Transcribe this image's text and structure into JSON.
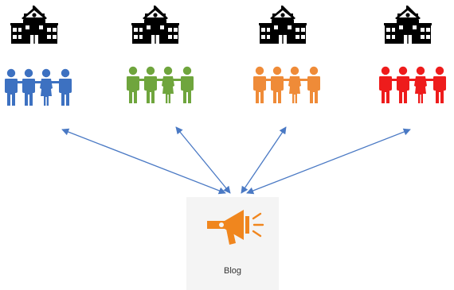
{
  "groups": [
    {
      "id": "blue",
      "color": "#3d71c1"
    },
    {
      "id": "green",
      "color": "#6fa53d"
    },
    {
      "id": "orange",
      "color": "#ef8b38"
    },
    {
      "id": "red",
      "color": "#ee1c1c"
    }
  ],
  "hub": {
    "label": "Blog",
    "icon": "megaphone-icon",
    "color": "#f0861e",
    "background": "#f4f4f4"
  },
  "arrows": {
    "color": "#4a79c4",
    "style": "double-headed"
  },
  "building": {
    "icon": "school-building-icon",
    "color": "#000000"
  },
  "people": {
    "icon": "people-group-icon",
    "count_per_group": 4
  }
}
